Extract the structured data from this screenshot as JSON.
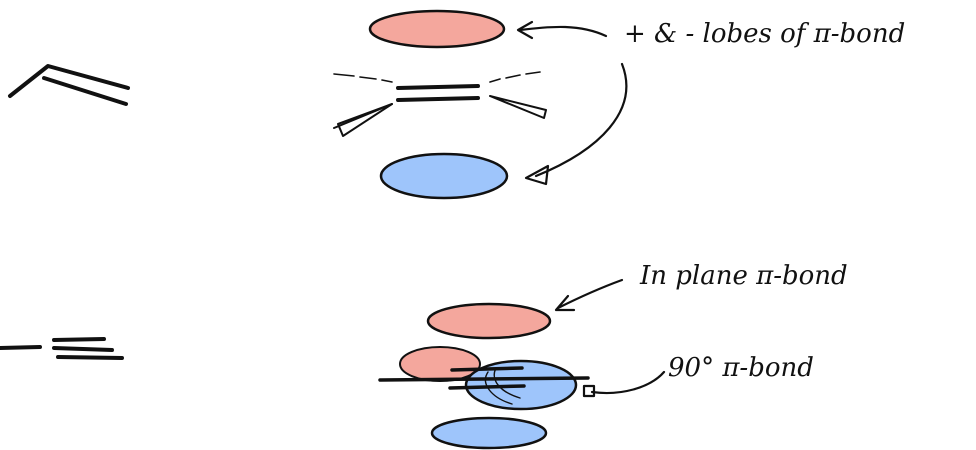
{
  "annotations": {
    "lobes": "+ & - lobes of π-bond",
    "in_plane": "In plane π-bond",
    "ninety": "90° π-bond"
  },
  "colors": {
    "positive_lobe": "#f4a79d",
    "negative_lobe": "#9ec5fb",
    "ink": "#111111",
    "background": "#ffffff"
  }
}
